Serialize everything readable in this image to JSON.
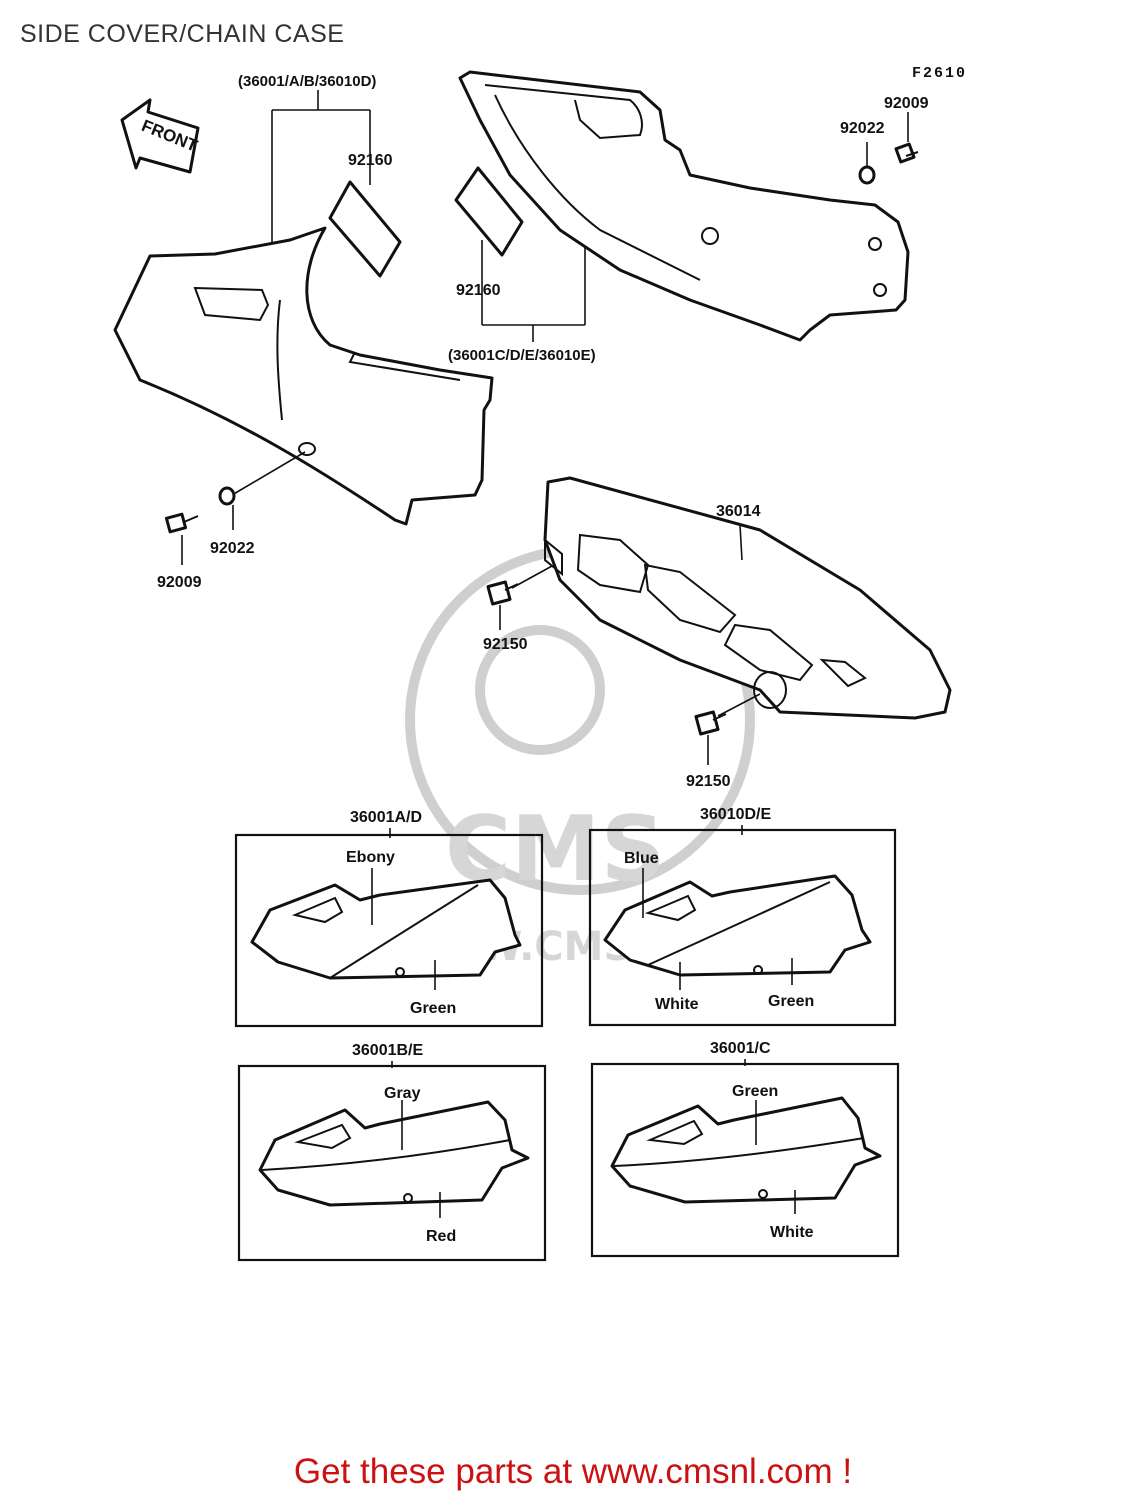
{
  "title": "SIDE COVER/CHAIN CASE",
  "figure_code": "F2610",
  "front_label": "FRONT",
  "group_labels": {
    "left_group": "(36001/A/B/36010D)",
    "right_group": "(36001C/D/E/36010E)"
  },
  "parts": {
    "emblem_left": "92160",
    "emblem_right": "92160",
    "washer_right": "92022",
    "bolt_right": "92009",
    "washer_left": "92022",
    "bolt_left": "92009",
    "chain_case": "36014",
    "chain_bolt_upper": "92150",
    "chain_bolt_lower": "92150"
  },
  "color_boxes": [
    {
      "code": "36001A/D",
      "colors": [
        "Ebony",
        "Green"
      ]
    },
    {
      "code": "36010D/E",
      "colors": [
        "Blue",
        "White",
        "Green"
      ]
    },
    {
      "code": "36001B/E",
      "colors": [
        "Gray",
        "Red"
      ]
    },
    {
      "code": "36001/C",
      "colors": [
        "Green",
        "White"
      ]
    }
  ],
  "watermark": "WWW.CMSNL.COM",
  "watermark_logo": "CMS",
  "footer": "Get these parts at www.cmsnl.com !",
  "accent_color": "#cc1111"
}
